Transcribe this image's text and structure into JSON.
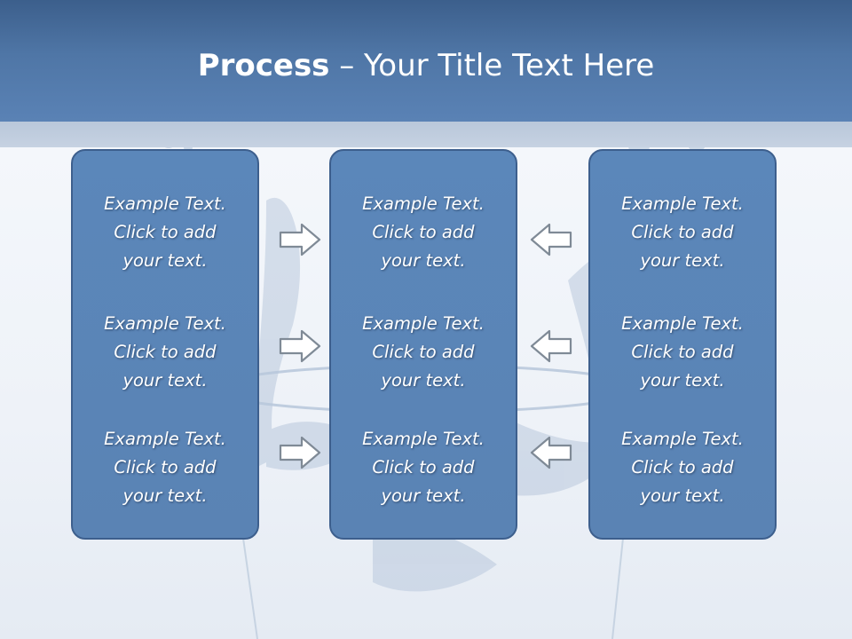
{
  "slide": {
    "title_bold": "Process",
    "title_rest": " – Your Title Text Here"
  },
  "columns": [
    {
      "items": [
        {
          "line1": "Example Text.",
          "line2": "Click  to add",
          "line3": "your text."
        },
        {
          "line1": "Example Text.",
          "line2": "Click  to add",
          "line3": "your text."
        },
        {
          "line1": "Example Text.",
          "line2": "Click  to add",
          "line3": "your text."
        }
      ]
    },
    {
      "items": [
        {
          "line1": "Example Text.",
          "line2": "Click  to add",
          "line3": "your text."
        },
        {
          "line1": "Example Text.",
          "line2": "Click  to add",
          "line3": "your text."
        },
        {
          "line1": "Example Text.",
          "line2": "Click  to add",
          "line3": "your text."
        }
      ]
    },
    {
      "items": [
        {
          "line1": "Example Text.",
          "line2": "Click  to add",
          "line3": "your text."
        },
        {
          "line1": "Example Text.",
          "line2": "Click  to add",
          "line3": "your text."
        },
        {
          "line1": "Example Text.",
          "line2": "Click  to add",
          "line3": "your text."
        }
      ]
    }
  ],
  "arrows": {
    "left_group": "arrow-right-icon",
    "right_group": "arrow-left-icon"
  },
  "colors": {
    "header": "#4f76a6",
    "box_fill": "#5a85b7",
    "box_border": "#3d5f8d",
    "text": "#ffffff"
  }
}
